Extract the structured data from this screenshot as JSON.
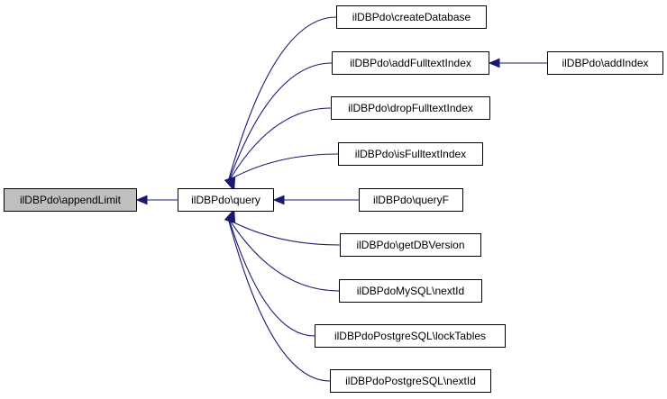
{
  "colors": {
    "edge": "#191970",
    "node_border": "#000000",
    "node_fill": "#ffffff",
    "highlight_fill": "#bfbfbf"
  },
  "nodes": [
    {
      "id": "appendLimit",
      "label": "ilDBPdo\\appendLimit",
      "highlight": true
    },
    {
      "id": "query",
      "label": "ilDBPdo\\query"
    },
    {
      "id": "createDatabase",
      "label": "ilDBPdo\\createDatabase"
    },
    {
      "id": "addFulltextIndex",
      "label": "ilDBPdo\\addFulltextIndex"
    },
    {
      "id": "addIndex",
      "label": "ilDBPdo\\addIndex"
    },
    {
      "id": "dropFulltextIndex",
      "label": "ilDBPdo\\dropFulltextIndex"
    },
    {
      "id": "isFulltextIndex",
      "label": "ilDBPdo\\isFulltextIndex"
    },
    {
      "id": "queryF",
      "label": "ilDBPdo\\queryF"
    },
    {
      "id": "getDBVersion",
      "label": "ilDBPdo\\getDBVersion"
    },
    {
      "id": "mysqlNextId",
      "label": "ilDBPdoMySQL\\nextId"
    },
    {
      "id": "pgLockTables",
      "label": "ilDBPdoPostgreSQL\\lockTables"
    },
    {
      "id": "pgNextId",
      "label": "ilDBPdoPostgreSQL\\nextId"
    }
  ],
  "edges": [
    {
      "from": "query",
      "to": "appendLimit"
    },
    {
      "from": "createDatabase",
      "to": "query"
    },
    {
      "from": "addFulltextIndex",
      "to": "query"
    },
    {
      "from": "addIndex",
      "to": "addFulltextIndex"
    },
    {
      "from": "dropFulltextIndex",
      "to": "query"
    },
    {
      "from": "isFulltextIndex",
      "to": "query"
    },
    {
      "from": "queryF",
      "to": "query"
    },
    {
      "from": "getDBVersion",
      "to": "query"
    },
    {
      "from": "mysqlNextId",
      "to": "query"
    },
    {
      "from": "pgLockTables",
      "to": "query"
    },
    {
      "from": "pgNextId",
      "to": "query"
    }
  ]
}
